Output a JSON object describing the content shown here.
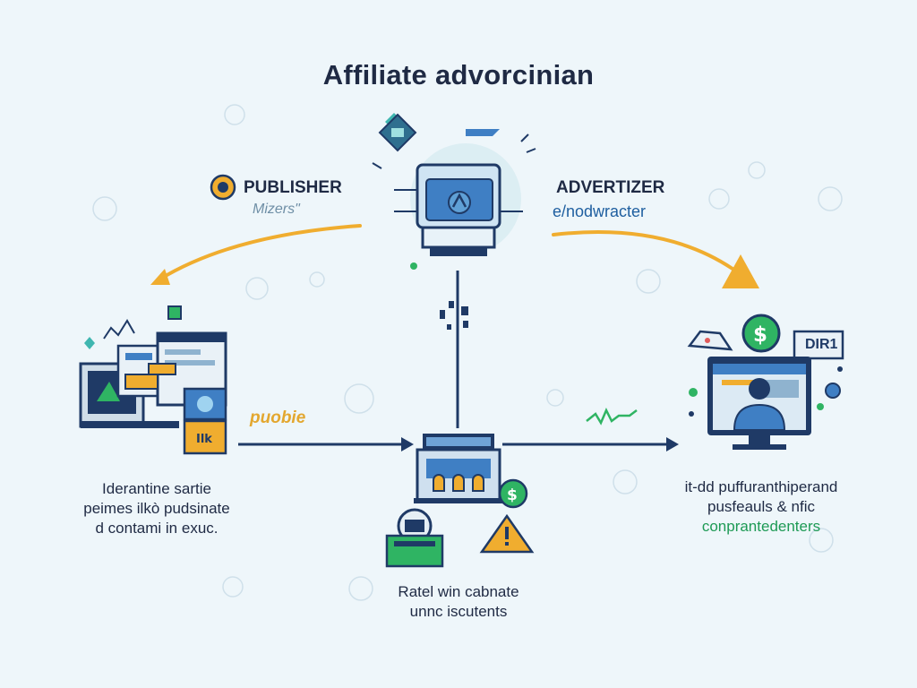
{
  "title": "Affiliate advorcinian",
  "publisher": {
    "label": "PUBLISHER",
    "sub": "Mizers\""
  },
  "advertiser": {
    "label": "ADVERTIZER",
    "sub": "e/nodwracter"
  },
  "left_caption": {
    "line1": "Iderantine sartie",
    "line2": "peimes ilkò pudsinate",
    "line3": "d contami in exuc."
  },
  "right_caption": {
    "line1": "it-dd puffuranthiperand",
    "line2": "pusfeauls & nfic",
    "line3": "conprantedenters"
  },
  "bottom_caption": {
    "line1": "Ratel win cabnate",
    "line2": "unnc iscutents"
  },
  "cookie_label": "puobie",
  "monitor_tag": "DIR1",
  "colors": {
    "navy": "#1f3a66",
    "orange": "#f0ad2f",
    "green": "#2fb463",
    "blue": "#3f7fc4",
    "teal": "#3fb6b0"
  },
  "icons": [
    "publisher-icon",
    "network-server-icon",
    "shop-icon",
    "dollar-coin-icon",
    "warning-icon",
    "user-at-monitor-icon",
    "browser-window-icon"
  ]
}
